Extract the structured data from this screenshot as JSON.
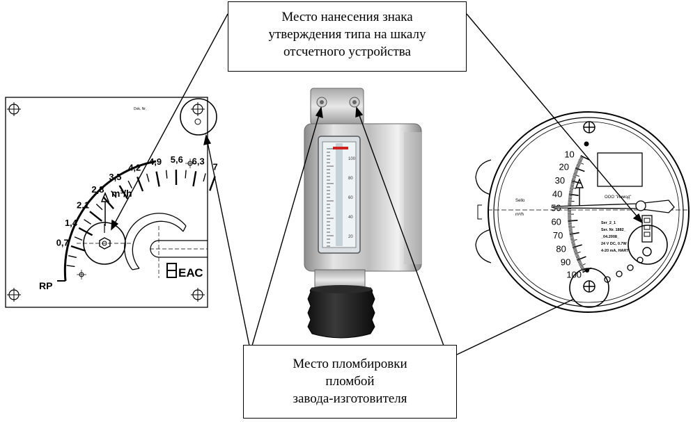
{
  "callouts": {
    "top": {
      "lines": [
        "Место нанесения знака",
        "утверждения типа на шкалу",
        "отсчетного устройства"
      ]
    },
    "bottom": {
      "lines": [
        "Место пломбировки",
        "пломбой",
        "завода-изготовителя"
      ]
    }
  },
  "left_scale": {
    "ticks": [
      "0,7",
      "1,4",
      "2,1",
      "2,8",
      "3,5",
      "4,2",
      "4,9",
      "5,6",
      "6,3",
      "7"
    ],
    "unit": "m³/h",
    "marker": "RP",
    "header": "Dok. Nr."
  },
  "right_dial": {
    "ticks": [
      "10",
      "20",
      "30",
      "40",
      "50",
      "60",
      "70",
      "80",
      "90",
      "100"
    ],
    "company": "ООО \"Инмод\"",
    "side_label_1": "Sello",
    "side_label_2": "m³/h",
    "plate_lines": [
      "Ser_2_1",
      "Ser. Nr. 1882_",
      "_04.2008_",
      "24 V DC, 0.7W",
      "4-20 mA, HART"
    ]
  },
  "rotameter": {
    "scale_labels": [
      "100",
      "80",
      "60",
      "40",
      "20"
    ]
  },
  "colors": {
    "ink": "#000000",
    "steel_light": "#e8e8e8",
    "steel_dark": "#7a7a7a",
    "knob": "#1a1a1a",
    "tube_red": "#d02020"
  }
}
